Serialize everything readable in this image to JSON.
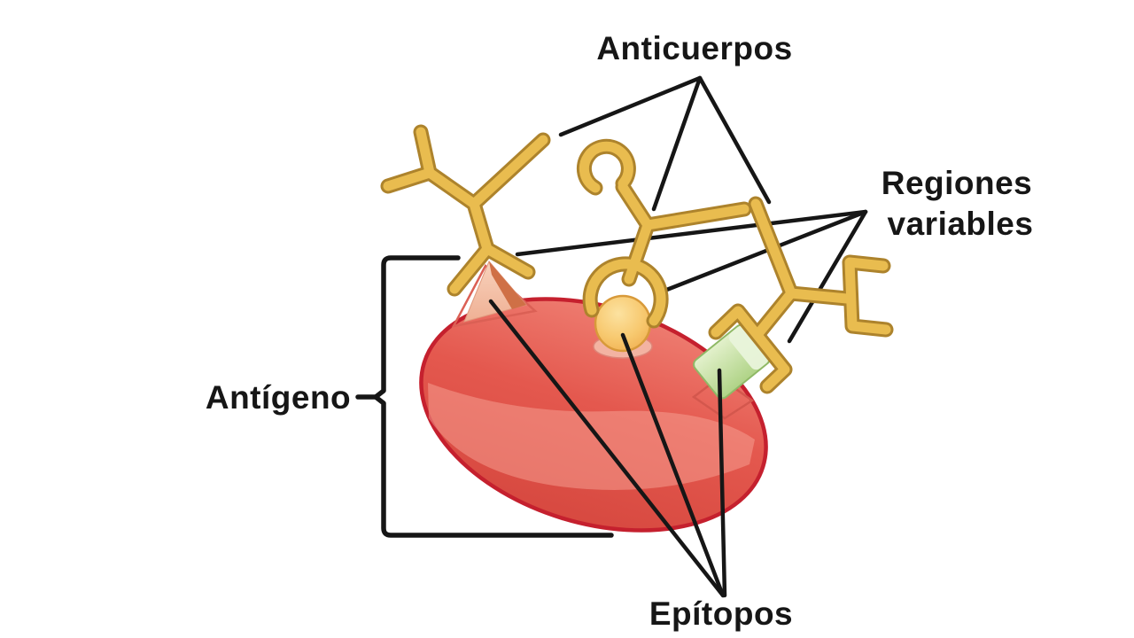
{
  "diagram": {
    "labels": {
      "antibodies": "Anticuerpos",
      "variable_regions_line1": "Regiones",
      "variable_regions_line2": "variables",
      "antigen": "Antígeno",
      "epitopes": "Epítopos"
    },
    "colors": {
      "background": "#ffffff",
      "line_black": "#161616",
      "antibody_gold": "#E9BC4F",
      "antibody_outline": "#AD832C",
      "antigen_red": "#E4574E",
      "antigen_border": "#C5202E",
      "antigen_sheen": "#F7A396",
      "epitope_cone_pink": "#F5C2AA",
      "epitope_cone_shadow": "#CF7046",
      "epitope_cone_outline": "#DB6055",
      "epitope_ball_edge": "#D89A3A",
      "epitope_ball_collar": "#F3B3A2",
      "epitope_cube_green": "#C8E2A6",
      "epitope_cube_outline": "#8FB966",
      "epitope_diamond_outline": "#D4574D"
    },
    "shapes": [
      "antibody-y-left",
      "antibody-hook-middle",
      "antibody-bracket-right",
      "epitope-cone",
      "epitope-sphere",
      "epitope-prism",
      "antigen-blob"
    ]
  }
}
